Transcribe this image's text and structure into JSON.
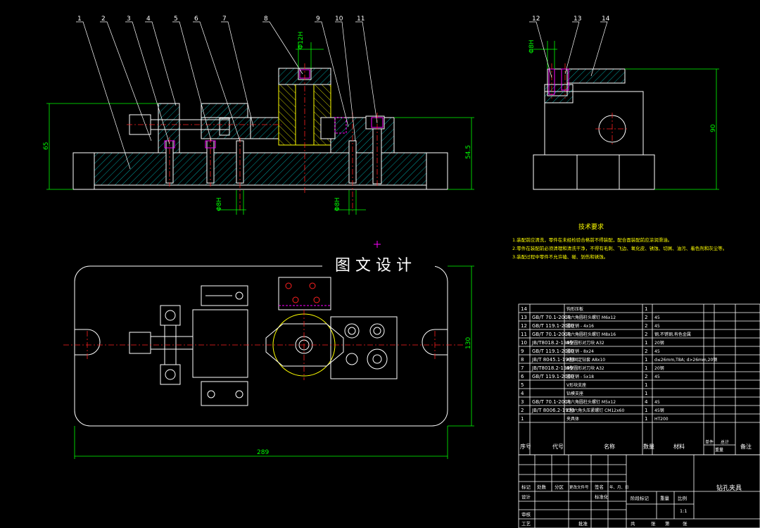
{
  "colors": {
    "background": "#000000",
    "outline": "#ffffff",
    "hatch": "#00c8c8",
    "leader": "#ffffff",
    "dimension": "#00ff00",
    "centerline": "#ff2020",
    "hole_marks": "#ff00ff",
    "yellow_part": "#ffff00",
    "tech_text": "#ffff00",
    "table_text": "#ffffff",
    "table_line": "#ffffff"
  },
  "watermark": {
    "text": "图 文 设 计",
    "icon": "cursor-cross-icon"
  },
  "front_view": {
    "part_labels": [
      "1",
      "2",
      "3",
      "4",
      "5",
      "6",
      "7",
      "8",
      "9",
      "10",
      "11"
    ],
    "dims": {
      "height_left": "65",
      "height_right": "54.5",
      "top_hole": "Φ12H",
      "bottom_left": "Φ8H",
      "bottom_right": "Φ8H"
    }
  },
  "side_view": {
    "part_labels": [
      "12",
      "13",
      "14"
    ],
    "dims": {
      "height": "90",
      "top_hole": "Φ8H"
    }
  },
  "plan_view": {
    "dims": {
      "width": "289",
      "height": "130"
    }
  },
  "technical_requirements": {
    "title": "技术要求",
    "items": [
      "1.装配前应清洗，零件在未经检验合格前不得装配，配合面装配前应涂润滑油。",
      "2.零件在装配前必须清理和清洗干净，不得有毛刺、飞边、氧化皮、锈蚀、切屑、油污、着色剂和灰尘等。",
      "3.装配过程中零件不允许磕、碰、划伤和锈蚀。"
    ]
  },
  "bom": {
    "rows": [
      {
        "no": "14",
        "code": "",
        "name": "钩形压板",
        "qty": "1",
        "material": ""
      },
      {
        "no": "13",
        "code": "GB/T 70.1-2008",
        "name": "内六角圆柱头螺钉 M6x12",
        "qty": "2",
        "material": "45"
      },
      {
        "no": "12",
        "code": "GB/T 119.1-2000",
        "name": "圆柱销 - 4x16",
        "qty": "2",
        "material": "45"
      },
      {
        "no": "11",
        "code": "GB/T 70.1-2008",
        "name": "内六角圆柱头螺钉 M8x16",
        "qty": "2",
        "material": "钢,不锈钢,有色金属"
      },
      {
        "no": "10",
        "code": "JB/T8018.2-1999",
        "name": "A型圆形对刀块 A32",
        "qty": "1",
        "material": "20钢"
      },
      {
        "no": "9",
        "code": "GB/T 119.1-2000",
        "name": "圆柱销 - 8x24",
        "qty": "2",
        "material": "45"
      },
      {
        "no": "8",
        "code": "JB/T 8045.1-1999",
        "name": "A型固定钻套 A8x10",
        "qty": "1",
        "material": "d≤26mm,T8A; d>26mm,20钢"
      },
      {
        "no": "7",
        "code": "JB/T8018.2-1999",
        "name": "A型圆形对刀块 A32",
        "qty": "1",
        "material": "20钢"
      },
      {
        "no": "6",
        "code": "GB/T 119.1-2000",
        "name": "圆柱销 - 5x18",
        "qty": "2",
        "material": "45"
      },
      {
        "no": "5",
        "code": "",
        "name": "V形块支座",
        "qty": "1",
        "material": ""
      },
      {
        "no": "4",
        "code": "",
        "name": "钻模支座",
        "qty": "1",
        "material": ""
      },
      {
        "no": "3",
        "code": "GB/T 70.1-2008",
        "name": "内六角圆柱头螺钉 M5x12",
        "qty": "4",
        "material": "45"
      },
      {
        "no": "2",
        "code": "JB/T 8006.2-1999",
        "name": "C型六角头压紧螺钉 CM12x60",
        "qty": "1",
        "material": "45钢"
      },
      {
        "no": "1",
        "code": "",
        "name": "夹具体",
        "qty": "1",
        "material": "HT200"
      }
    ],
    "header": {
      "no": "序号",
      "code": "代号",
      "name": "名称",
      "qty": "数量",
      "material": "材料",
      "unit_single": "单件",
      "unit_total": "总计",
      "weight": "重量",
      "remark": "备注"
    }
  },
  "title_block": {
    "drawing_title": "钻孔夹具",
    "row_marks": [
      "标记",
      "处数",
      "分区",
      "更改文件号",
      "签名",
      "年、月、日"
    ],
    "design": "设计",
    "standardize": "标准化",
    "review": "审核",
    "process": "工艺",
    "approve": "批准",
    "stage_mark": "阶段标记",
    "weight": "重量",
    "scale": "比例",
    "scale_value": "1:1",
    "sheets_total": "共",
    "sheets_label": "张",
    "sheet_no": "第",
    "sheet_label": "张"
  }
}
